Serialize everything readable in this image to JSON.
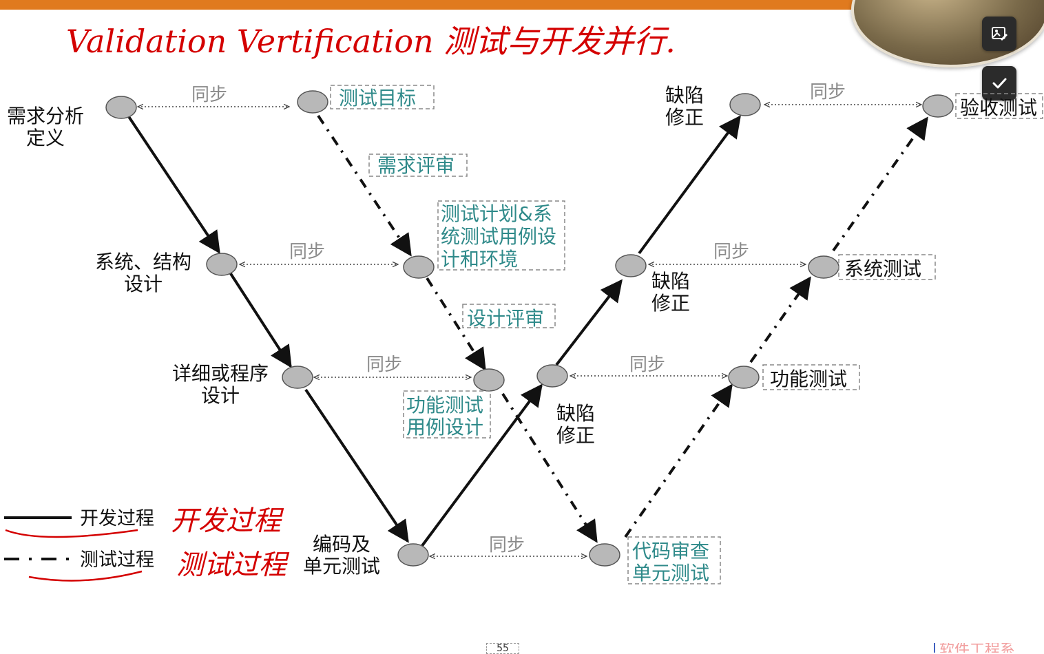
{
  "diagram": {
    "handwritten": {
      "top_line": "Validation Vertification 测试与开发并行.",
      "legend_dev_note": "开发过程",
      "legend_test_note": "测试过程"
    },
    "sync_label": "同步",
    "dev_nodes": {
      "req": "需求分析\n定义",
      "sys": "系统、结构\n设计",
      "detail": "详细或程序\n设计",
      "code": "编码及\n单元测试",
      "fix1": "缺陷\n修正",
      "fix2": "缺陷\n修正",
      "fix3": "缺陷\n修正"
    },
    "test_nodes": {
      "goal": "测试目标",
      "req_review": "需求评审",
      "plan": "测试计划&系\n统测试用例设\n计和环境",
      "design_review": "设计评审",
      "func_case": "功能测试\n用例设计",
      "code_review": "代码审查\n单元测试",
      "func_test": "功能测试",
      "sys_test": "系统测试",
      "accept": "验收测试"
    },
    "legend": {
      "dev": "开发过程",
      "test": "测试过程"
    },
    "colors": {
      "node_fill": "#b8b8b8",
      "test_text": "#2f8a8a",
      "black_text": "#111111",
      "handwriting": "#d40000",
      "sync_text": "#8a8a8a",
      "top_bar": "#e07a1e"
    }
  },
  "footer": {
    "page_number": "55",
    "course_title": "软件工程系"
  },
  "icons": [
    "image-edit-icon",
    "checkmark-icon"
  ]
}
